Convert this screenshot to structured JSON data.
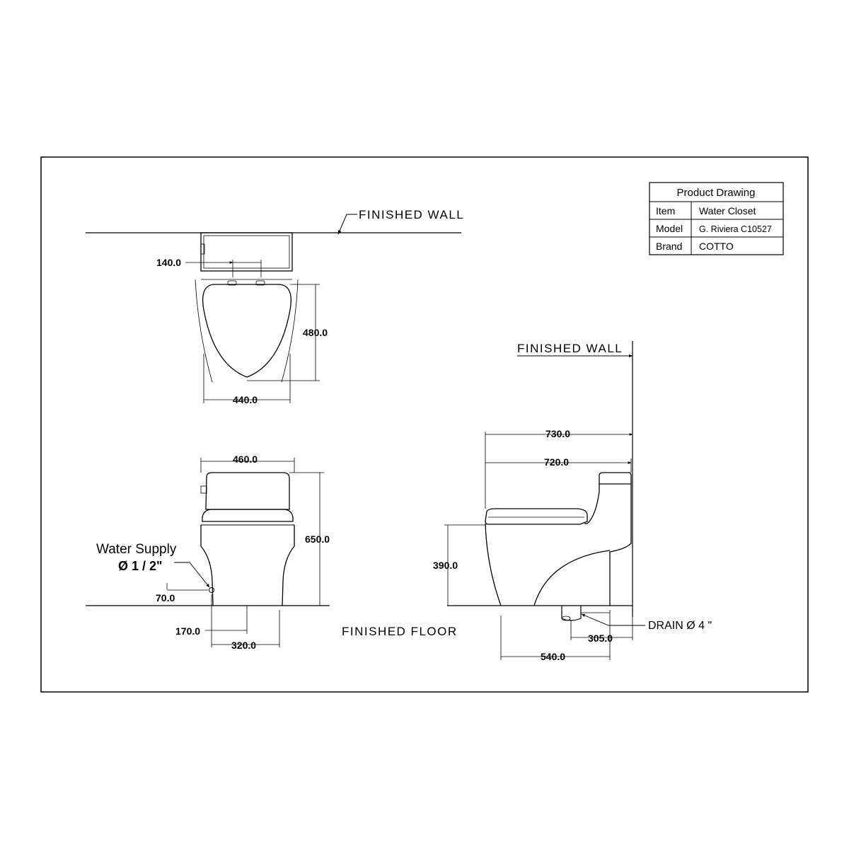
{
  "labels": {
    "finished_wall_top": "FINISHED  WALL",
    "finished_wall_side": "FINISHED  WALL",
    "finished_floor": "FINISHED  FLOOR",
    "water_supply": "Water Supply",
    "water_supply_size": "Ø 1 / 2\"",
    "drain": "DRAIN Ø 4 \""
  },
  "dimensions": {
    "top_tank_offset": "140.0",
    "top_seat_depth": "480.0",
    "top_width": "440.0",
    "front_width": "460.0",
    "front_height": "650.0",
    "supply_height": "70.0",
    "supply_offset": "170.0",
    "base_width": "320.0",
    "side_length": "730.0",
    "side_seat_length": "720.0",
    "seat_height": "390.0",
    "drain_to_wall": "305.0",
    "base_length": "540.0"
  },
  "title_block": {
    "heading": "Product Drawing",
    "rows": [
      {
        "key": "Item",
        "value": "Water Closet"
      },
      {
        "key": "Model",
        "value": "G. Riviera C10527"
      },
      {
        "key": "Brand",
        "value": "COTTO"
      }
    ]
  }
}
